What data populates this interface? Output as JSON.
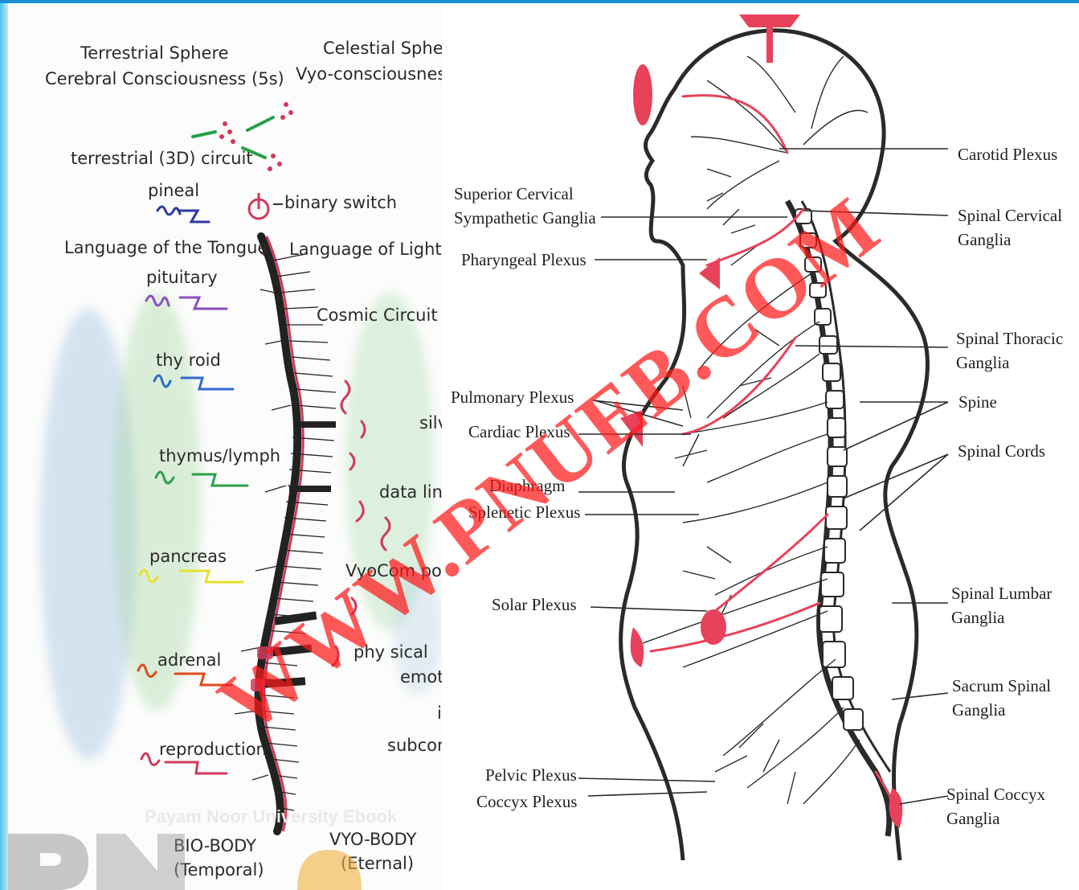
{
  "left_diagram": {
    "spheres": {
      "terrestrial": [
        "Terrestrial Sphere",
        "Cerebral Consciousness (5s)"
      ],
      "celestial": [
        "Celestial Sphere",
        "Vyo-consciousness ("
      ]
    },
    "circuit_label": "terrestrial (3D) circuit",
    "binary_switch": "binary switch",
    "language_tongue": "Language of the Tongue",
    "language_light": "Language of Light",
    "cosmic_circuit": "Cosmic Circuit",
    "glands": [
      {
        "label": "pineal",
        "color": "#2b3aa0"
      },
      {
        "label": "pituitary",
        "color": "#8a4fc0"
      },
      {
        "label": "thy roid",
        "color": "#2f6ad0"
      },
      {
        "label": "thymus/lymph",
        "color": "#2aa04a"
      },
      {
        "label": "pancreas",
        "color": "#e6e02a"
      },
      {
        "label": "adrenal",
        "color": "#e04a1a"
      },
      {
        "label": "reproduction",
        "color": "#d0202a"
      }
    ],
    "right_terms": {
      "silv": "silv",
      "data_link": "data link",
      "vyocom": "VyoCom port",
      "physical": "phy sical",
      "emoti": "emoti",
      "i": "i",
      "subcons": "subcon:"
    },
    "bio_body": [
      "BIO-BODY",
      "(Temporal)"
    ],
    "vyo_body": [
      "VYO-BODY",
      "(Eternal)"
    ],
    "brand_watermark": "Payam Noor University Ebook"
  },
  "right_diagram": {
    "left_labels": [
      {
        "lines": [
          "Superior Cervical",
          "Sympathetic Ganglia"
        ]
      },
      {
        "lines": [
          "Pharyngeal Plexus"
        ]
      },
      {
        "lines": [
          "Pulmonary Plexus"
        ]
      },
      {
        "lines": [
          "Cardiac Plexus"
        ]
      },
      {
        "lines": [
          "Diaphragm"
        ]
      },
      {
        "lines": [
          "Splenetic Plexus"
        ]
      },
      {
        "lines": [
          "Solar Plexus"
        ]
      },
      {
        "lines": [
          "Pelvic Plexus"
        ]
      },
      {
        "lines": [
          "Coccyx Plexus"
        ]
      }
    ],
    "right_labels": [
      {
        "lines": [
          "Carotid Plexus"
        ]
      },
      {
        "lines": [
          "Spinal Cervical",
          "Ganglia"
        ]
      },
      {
        "lines": [
          "Spinal Thoracic",
          "Ganglia"
        ]
      },
      {
        "lines": [
          "Spine"
        ]
      },
      {
        "lines": [
          "Spinal Cords"
        ]
      },
      {
        "lines": [
          "Spinal Lumbar",
          "Ganglia"
        ]
      },
      {
        "lines": [
          "Sacrum Spinal",
          "Ganglia"
        ]
      },
      {
        "lines": [
          "Spinal Coccyx",
          "Ganglia"
        ]
      }
    ]
  },
  "watermark": "WWW.PNUEB.COM",
  "colors": {
    "nerve_red": "#e8425a",
    "watermark_red": "#ff1a1a",
    "accent_blue": "#1a8fd6"
  }
}
